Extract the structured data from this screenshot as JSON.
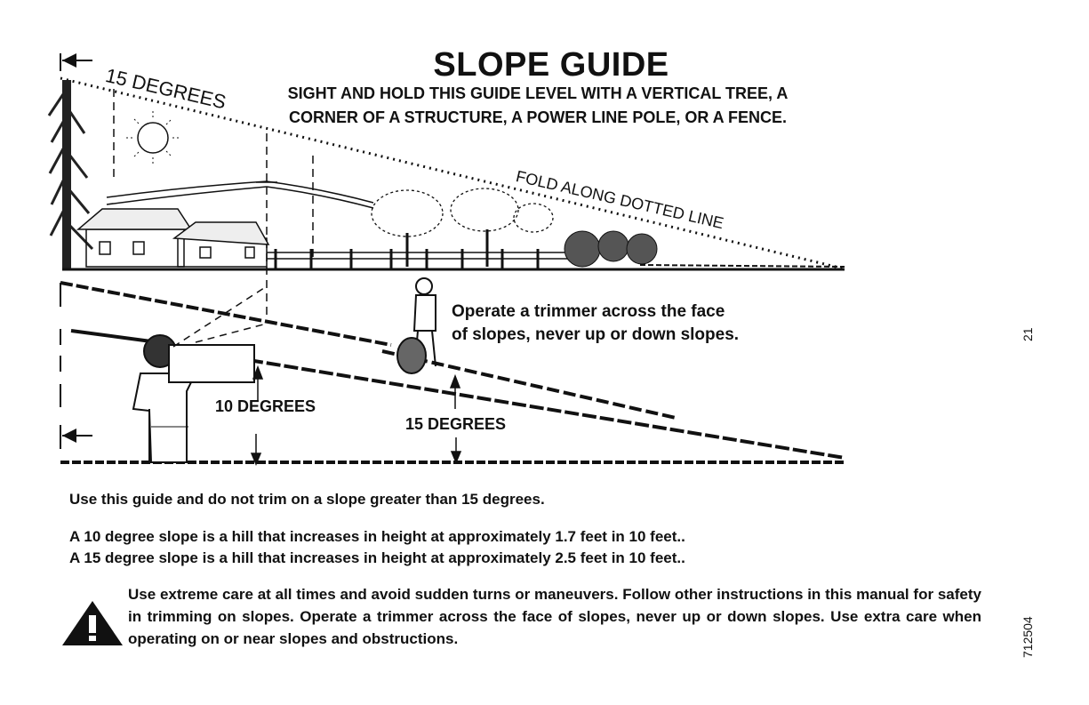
{
  "header": {
    "title": "SLOPE GUIDE",
    "instruction": "SIGHT AND HOLD THIS GUIDE LEVEL WITH A VERTICAL TREE, A CORNER OF A STRUCTURE, A POWER LINE POLE, OR A FENCE."
  },
  "diagram": {
    "top_angle_label": "15 DEGREES",
    "fold_label": "FOLD ALONG DOTTED LINE",
    "operate_line1": "Operate a trimmer across the face",
    "operate_line2": "of slopes, never up or down slopes.",
    "ten_degrees": "10 DEGREES",
    "fifteen_degrees": "15 DEGREES"
  },
  "body": {
    "use_guide": "Use this guide and do not trim on a slope greater than 15 degrees.",
    "slope10": "A 10 degree slope is a hill that increases in height at approximately 1.7 feet in 10 feet..",
    "slope15": "A 15 degree slope is a hill that increases in height at approximately 2.5 feet in 10 feet..",
    "warning": "Use extreme care at all times and avoid sudden turns or maneuvers. Follow other instructions in this manual for safety in trimming on slopes. Operate a trimmer across the face of slopes, never up or down slopes. Use extra care when operating on or near slopes and obstructions."
  },
  "page_number": "21",
  "doc_number": "712504",
  "icons": [
    "arrow-left-icon",
    "sun-icon",
    "warning-triangle-icon"
  ]
}
